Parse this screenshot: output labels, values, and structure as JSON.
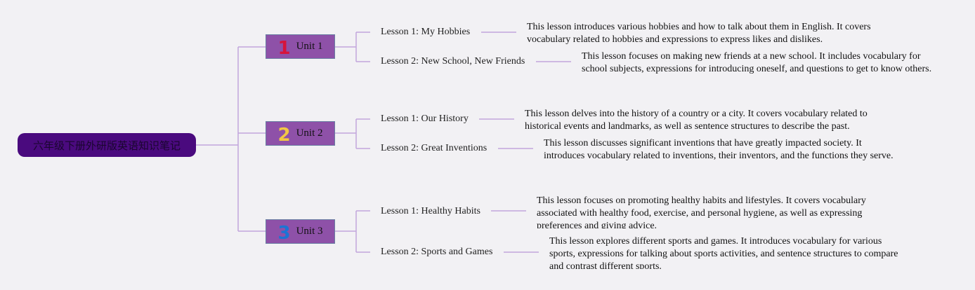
{
  "root": {
    "title": "六年级下册外研版英语知识笔记"
  },
  "colors": {
    "root_bg": "#4a0a7e",
    "unit_bg": "#8e51a8",
    "connector": "#c2a6dc",
    "unit1_icon": "#d6143c",
    "unit2_icon": "#f2c744",
    "unit3_icon": "#1c74d4"
  },
  "units": [
    {
      "number": "1",
      "label": "Unit 1",
      "icon": "number-one-icon",
      "lessons": [
        {
          "title": "Lesson 1: My Hobbies",
          "description": "This lesson introduces various hobbies and how to talk about them in English. It covers vocabulary related to hobbies and expressions to express likes and dislikes."
        },
        {
          "title": "Lesson 2: New School, New Friends",
          "description": "This lesson focuses on making new friends at a new school. It includes vocabulary for school subjects, expressions for introducing oneself, and questions to get to know others."
        }
      ]
    },
    {
      "number": "2",
      "label": "Unit 2",
      "icon": "number-two-icon",
      "lessons": [
        {
          "title": "Lesson 1: Our History",
          "description": "This lesson delves into the history of a country or a city. It covers vocabulary related to historical events and landmarks, as well as sentence structures to describe the past."
        },
        {
          "title": "Lesson 2: Great Inventions",
          "description": "This lesson discusses significant inventions that have greatly impacted society. It introduces vocabulary related to inventions, their inventors, and the functions they serve."
        }
      ]
    },
    {
      "number": "3",
      "label": "Unit 3",
      "icon": "number-three-icon",
      "lessons": [
        {
          "title": "Lesson 1: Healthy Habits",
          "description": "This lesson focuses on promoting healthy habits and lifestyles. It covers vocabulary associated with healthy food, exercise, and personal hygiene, as well as expressing preferences and giving advice."
        },
        {
          "title": "Lesson 2: Sports and Games",
          "description": "This lesson explores different sports and games. It introduces vocabulary for various sports, expressions for talking about sports activities, and sentence structures to compare and contrast different sports."
        }
      ]
    }
  ]
}
